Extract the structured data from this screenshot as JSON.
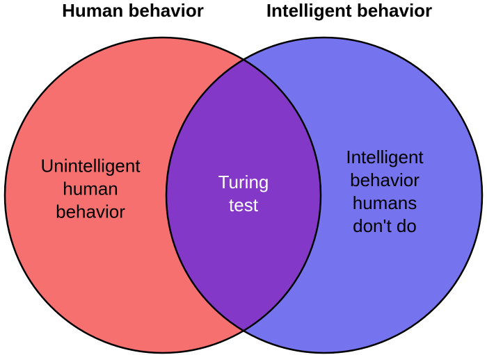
{
  "diagram": {
    "type": "venn",
    "title_left": "Human behavior",
    "title_right": "Intelligent behavior",
    "left_region_lines": {
      "0": "Unintelligent",
      "1": "human",
      "2": "behavior"
    },
    "center_region_lines": {
      "0": "Turing",
      "1": "test"
    },
    "right_region_lines": {
      "0": "Intelligent",
      "1": "behavior",
      "2": "humans",
      "3": "don't do"
    },
    "colors": {
      "left_fill": "#f5706e",
      "right_fill": "#7673ee",
      "overlap_fill": "#8438c8",
      "stroke": "#000000",
      "background": "#ffffff",
      "center_text": "#ffffff",
      "label_text": "#000000"
    }
  }
}
